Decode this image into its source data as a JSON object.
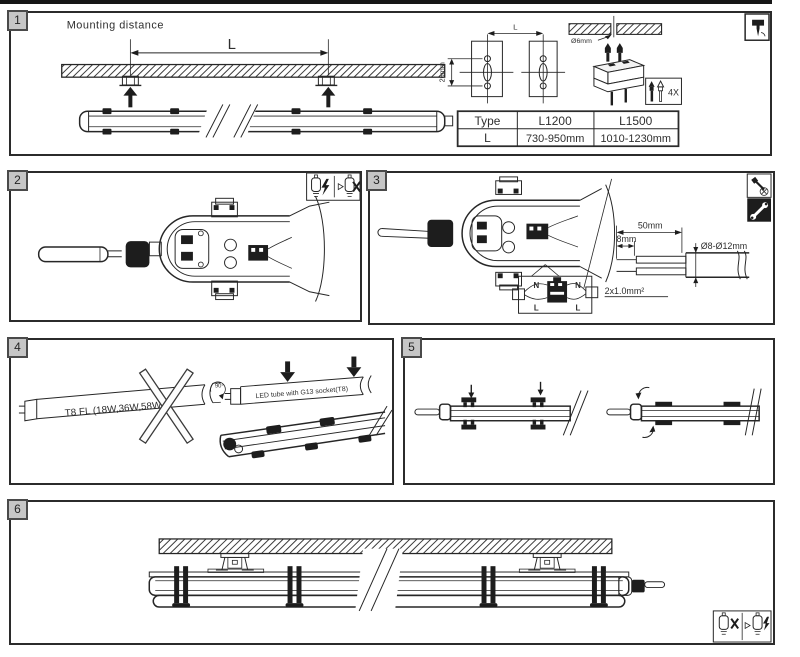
{
  "page": {
    "top_bar_color": "#161616",
    "line_color": "#262626",
    "panel_border_color": "#2b2b2b",
    "badge_bg_color": "#c6c6c6"
  },
  "icons": {
    "corner_panel1": "drill-icon",
    "panel2_warning": "disconnect-power-before-install-icon",
    "panel3_top": "no-screwdriver-icon",
    "panel3_bottom": "wrench-icon",
    "panel6_corner": "power-on-after-install-icon"
  },
  "panel1": {
    "number": "1",
    "title": "Mounting distance",
    "dim_label": "L",
    "bracket_dim_label": "L",
    "bracket_spacing": "26mm",
    "hole_dia": "Ø6mm",
    "screw_qty": "4X",
    "table": {
      "col_type": "Type",
      "col_l1200": "L1200",
      "col_l1500": "L1500",
      "row_l": "L",
      "l1200_range": "730-950mm",
      "l1500_range": "1010-1230mm"
    }
  },
  "panel2": {
    "number": "2"
  },
  "panel3": {
    "number": "3",
    "strip_length": "50mm",
    "strip_end": "8mm",
    "cable_dia": "Ø8-Ø12mm",
    "wire_spec": "2x1.0mm²",
    "terminal_n_left": "N",
    "terminal_n_right": "N",
    "terminal_l_left": "L",
    "terminal_l_right": "L"
  },
  "panel4": {
    "number": "4",
    "forbidden_label": "T8 FL (18W,36W,58W)",
    "led_label": "LED tube with G13 socket(T8)",
    "rotate_label": "90°"
  },
  "panel5": {
    "number": "5"
  },
  "panel6": {
    "number": "6"
  }
}
